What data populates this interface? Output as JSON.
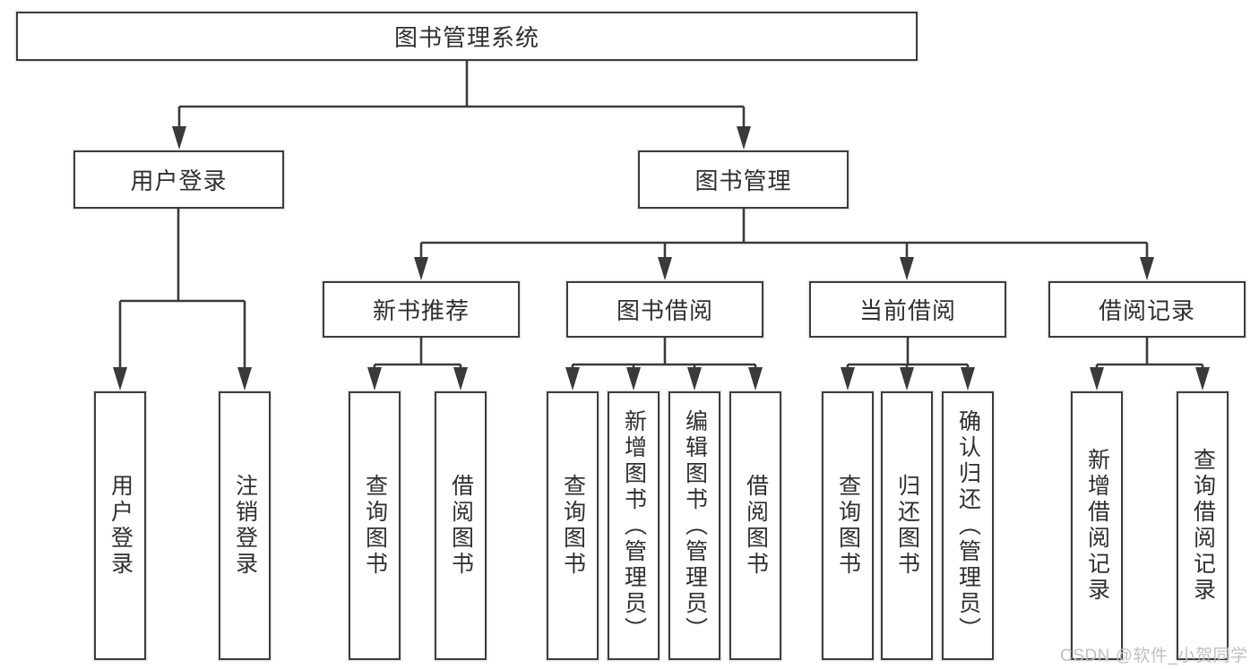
{
  "diagram": {
    "root": {
      "label": "图书管理系统"
    },
    "level2": [
      {
        "label": "用户登录"
      },
      {
        "label": "图书管理"
      }
    ],
    "level3": [
      {
        "label": "新书推荐"
      },
      {
        "label": "图书借阅"
      },
      {
        "label": "当前借阅"
      },
      {
        "label": "借阅记录"
      }
    ],
    "leaves": {
      "user_login": [
        {
          "label": "用户登录"
        },
        {
          "label": "注销登录"
        }
      ],
      "new_book_recommend": [
        {
          "label": "查询图书"
        },
        {
          "label": "借阅图书"
        }
      ],
      "book_borrowing": [
        {
          "label": "查询图书"
        },
        {
          "label": "新增图书（管理员）"
        },
        {
          "label": "编辑图书（管理员）"
        },
        {
          "label": "借阅图书"
        }
      ],
      "current_borrowing": [
        {
          "label": "查询图书"
        },
        {
          "label": "归还图书"
        },
        {
          "label": "确认归还（管理员）"
        }
      ],
      "borrowing_records": [
        {
          "label": "新增借阅记录"
        },
        {
          "label": "查询借阅记录"
        }
      ]
    }
  },
  "watermark": {
    "text": "CSDN @软件_小贺同学"
  },
  "colors": {
    "line": "#3a3a3a",
    "box_border": "#3c3c3c",
    "text": "#2f2f2f",
    "watermark": "#bfbfc4",
    "background": "#ffffff"
  }
}
